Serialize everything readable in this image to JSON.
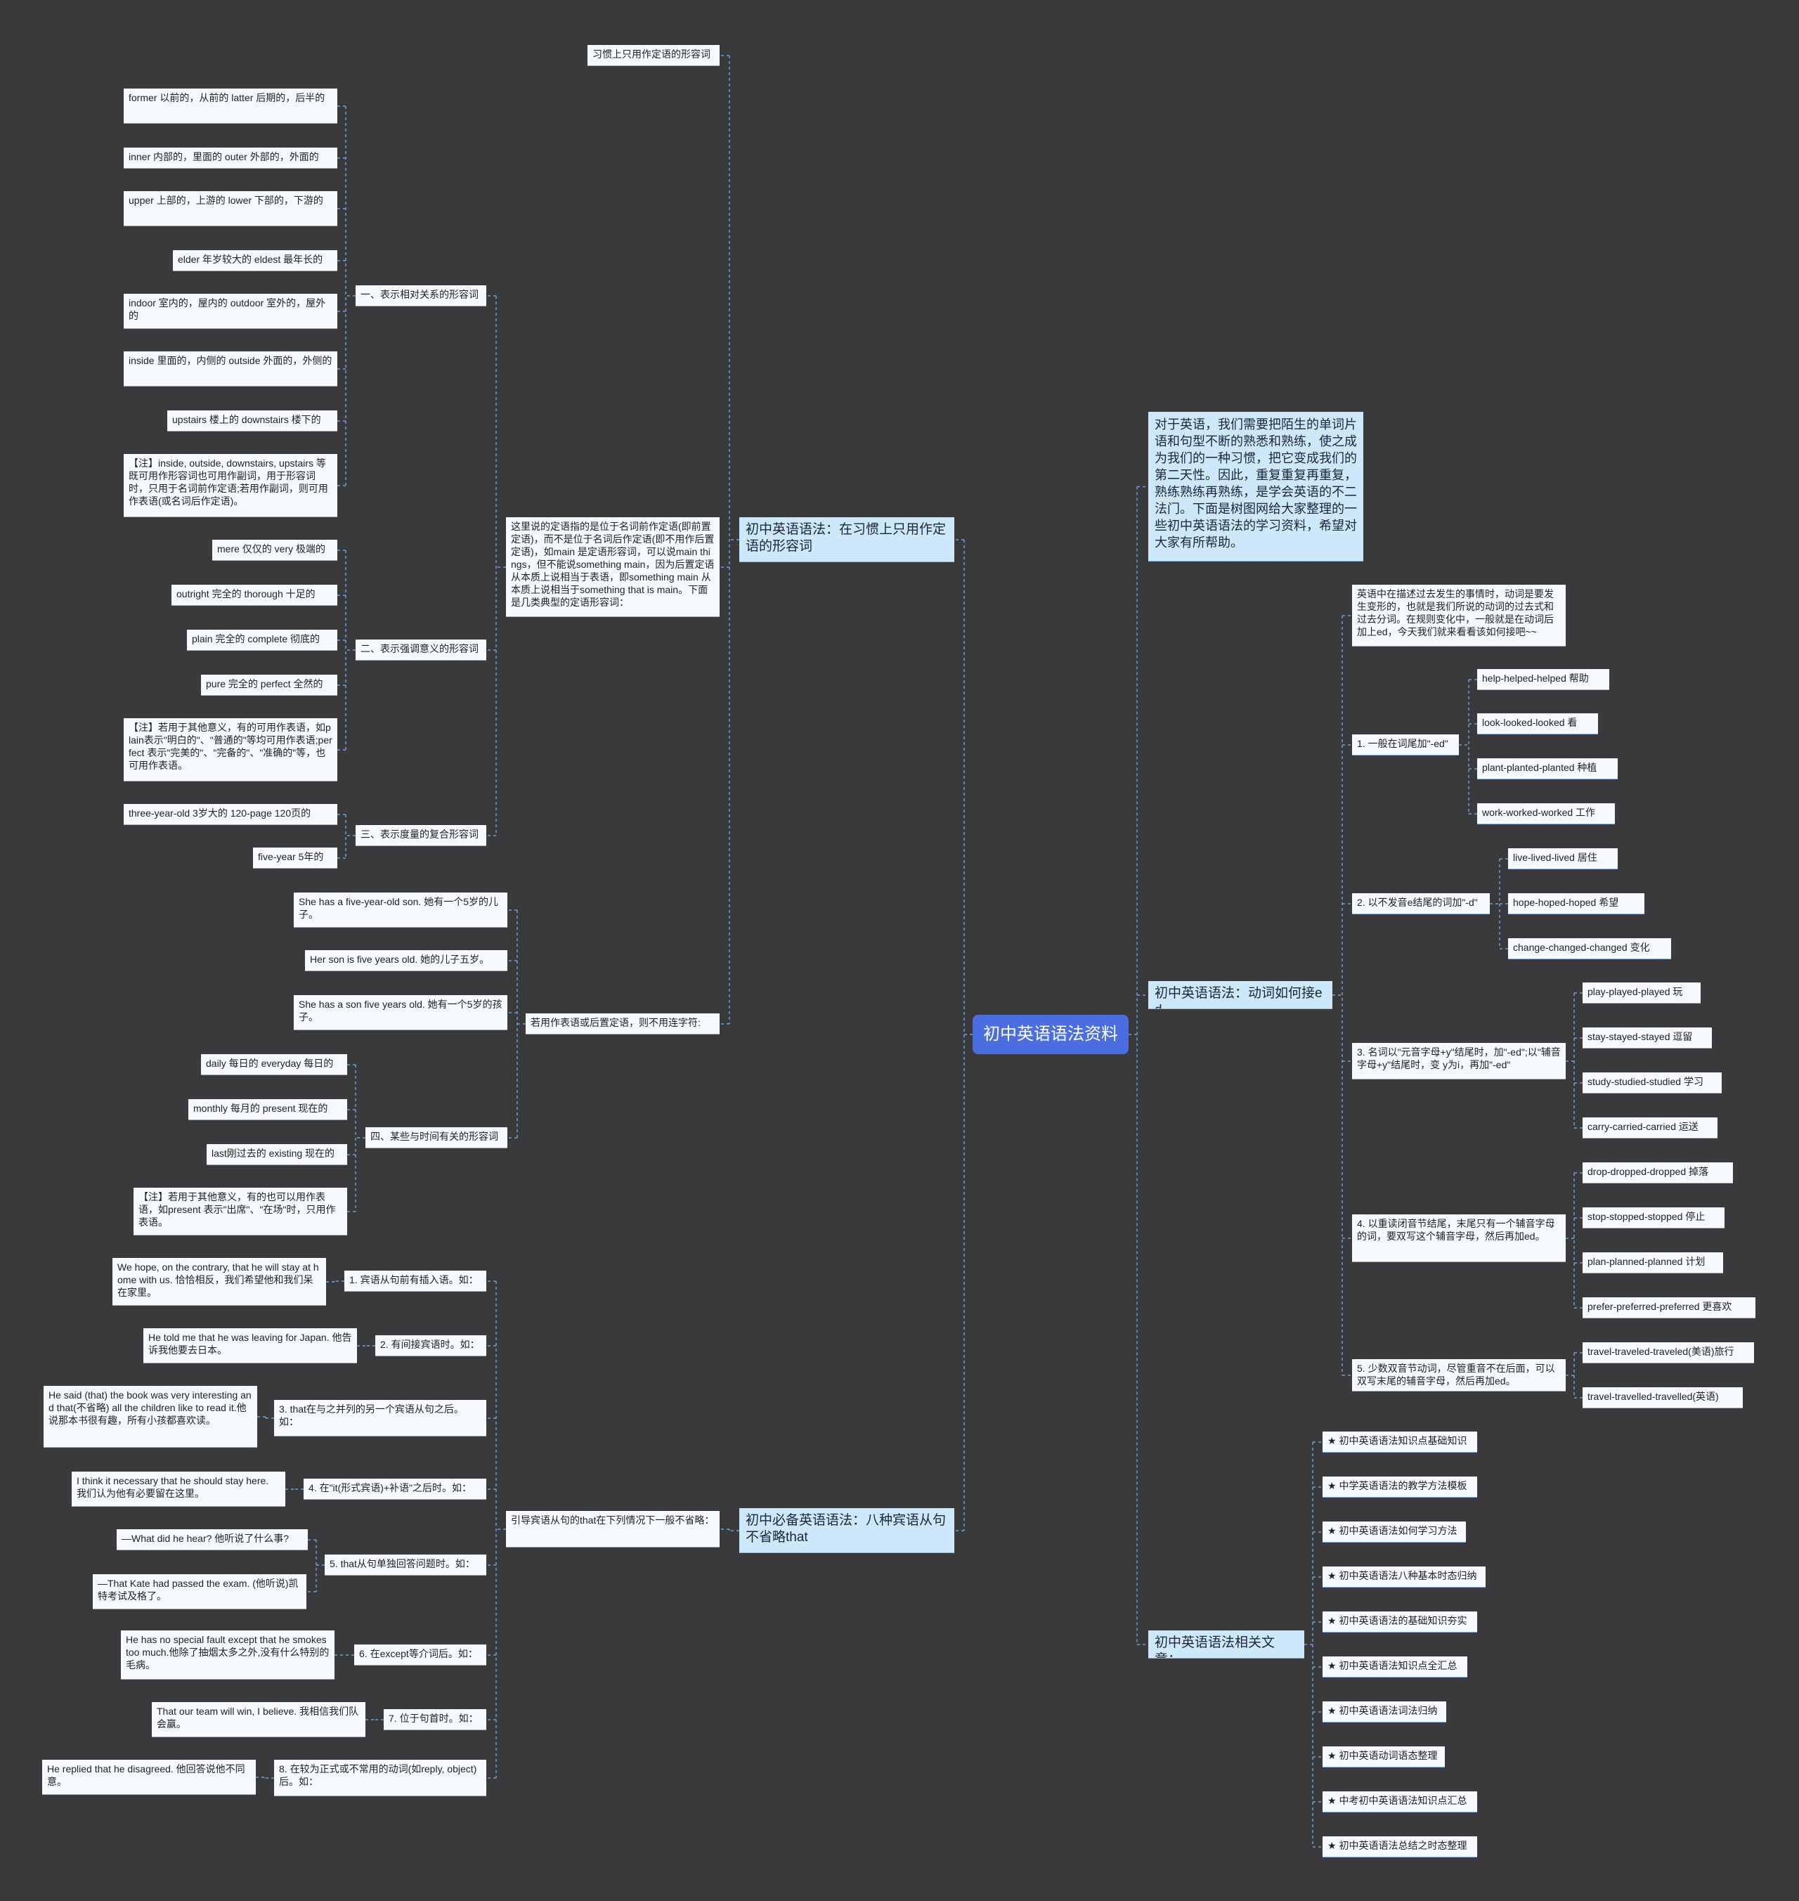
{
  "root": "初中英语语法资料",
  "right": {
    "intro": "对于英语，我们需要把陌生的单词片语和句型不断的熟悉和熟练，使之成为我们的一种习惯，把它变成我们的第二天性。因此，重复重复再重复，熟练熟练再熟练，是学会英语的不二法门。下面是树图网给大家整理的一些初中英语语法的学习资料，希望对大家有所帮助。",
    "ed_topic": "初中英语语法：动词如何接ed",
    "ed_note": "英语中在描述过去发生的事情时，动词是要发生变形的，也就是我们所说的动词的过去式和过去分词。在规则变化中，一般就是在动词后加上ed，今天我们就来看看该如何接吧~~",
    "ed_rules": [
      {
        "label": "1. 一般在词尾加\"-ed\"",
        "examples": [
          "help-helped-helped 帮助",
          "look-looked-looked 看",
          "plant-planted-planted 种植",
          "work-worked-worked 工作"
        ]
      },
      {
        "label": "2. 以不发音e结尾的词加\"-d\"",
        "examples": [
          "live-lived-lived 居住",
          "hope-hoped-hoped 希望",
          "change-changed-changed 变化"
        ]
      },
      {
        "label": "3. 名词以\"元音字母+y\"结尾时，加\"-ed\";以\"辅音字母+y\"结尾时，变 y为i，再加\"-ed\"",
        "examples": [
          "play-played-played 玩",
          "stay-stayed-stayed 逗留",
          "study-studied-studied 学习",
          "carry-carried-carried 运送"
        ]
      },
      {
        "label": "4. 以重读闭音节结尾，末尾只有一个辅音字母的词，要双写这个辅音字母，然后再加ed。",
        "examples": [
          "drop-dropped-dropped 掉落",
          "stop-stopped-stopped 停止",
          "plan-planned-planned 计划",
          "prefer-preferred-preferred 更喜欢"
        ]
      },
      {
        "label": "5. 少数双音节动词，尽管重音不在后面，可以双写末尾的辅音字母，然后再加ed。",
        "examples": [
          "travel-traveled-traveled(美语)旅行",
          "travel-travelled-travelled(英语)"
        ]
      }
    ],
    "related_topic": "初中英语语法相关文章：",
    "related": [
      "★ 初中英语语法知识点基础知识",
      "★ 中学英语语法的教学方法模板",
      "★ 初中英语语法如何学习方法",
      "★ 初中英语语法八种基本时态归纳",
      "★ 初中英语语法的基础知识夯实",
      "★ 初中英语语法知识点全汇总",
      "★ 初中英语语法词法归纳",
      "★ 初中英语动词语态整理",
      "★ 中考初中英语语法知识点汇总",
      "★ 初中英语语法总结之时态整理"
    ]
  },
  "left_top": {
    "topic": "初中英语语法：在习惯上只用作定语的形容词",
    "habit_title": "习惯上只用作定语的形容词",
    "explain": "这里说的定语指的是位于名词前作定语(即前置定语)，而不是位于名词后作定语(即不用作后置定语)，如main 是定语形容词，可以说main things，但不能说something main，因为后置定语从本质上说相当于表语，即something main 从本质上说相当于something that is main。下面是几类典型的定语形容词：",
    "groups": [
      {
        "label": "一、表示相对关系的形容词",
        "items": [
          "former 以前的，从前的 latter 后期的，后半的",
          "inner 内部的，里面的 outer 外部的，外面的",
          "upper 上部的，上游的 lower 下部的，下游的",
          "elder 年岁较大的 eldest 最年长的",
          "indoor 室内的，屋内的 outdoor 室外的，屋外的",
          "inside 里面的，内侧的 outside 外面的，外侧的",
          "upstairs 楼上的 downstairs 楼下的",
          "【注】inside, outside, downstairs, upstairs 等既可用作形容词也可用作副词，用于形容词时，只用于名词前作定语;若用作副词，则可用作表语(或名词后作定语)。"
        ]
      },
      {
        "label": "二、表示强调意义的形容词",
        "items": [
          "mere 仅仅的 very 极端的",
          "outright 完全的 thorough 十足的",
          "plain 完全的 complete 彻底的",
          "pure 完全的 perfect 全然的",
          "【注】若用于其他意义，有的可用作表语，如plain表示\"明白的\"、\"普通的\"等均可用作表语;perfect 表示\"完美的\"、\"完备的\"、\"准确的\"等，也可用作表语。"
        ]
      },
      {
        "label": "三、表示度量的复合形容词",
        "items": [
          "three-year-old 3岁大的 120-page 120页的",
          "five-year 5年的"
        ]
      }
    ],
    "hyphen_title": "若用作表语或后置定语，则不用连字符:",
    "hyphen_items": [
      "She has a five-year-old son. 她有一个5岁的儿子。",
      "Her son is five years old. 她的儿子五岁。",
      "She has a son five years old. 她有一个5岁的孩子。"
    ],
    "time_group": {
      "label": "四、某些与时间有关的形容词",
      "items": [
        "daily 每日的 everyday 每日的",
        "monthly 每月的 present 现在的",
        "last刚过去的 existing 现在的",
        "【注】若用于其他意义，有的也可以用作表语，如present 表示\"出席\"、\"在场\"时，只用作表语。"
      ]
    }
  },
  "left_bottom": {
    "topic": "初中必备英语语法：八种宾语从句不省略that",
    "lead": "引导宾语从句的that在下列情况下一般不省略：",
    "cases": [
      {
        "label": "1. 宾语从句前有插入语。如：",
        "examples": [
          "We hope, on the contrary, that he will stay at home with us. 恰恰相反，我们希望他和我们呆在家里。"
        ]
      },
      {
        "label": "2. 有间接宾语时。如：",
        "examples": [
          "He told me that he was leaving for Japan. 他告诉我他要去日本。"
        ]
      },
      {
        "label": "3. that在与之并列的另一个宾语从句之后。如：",
        "examples": [
          "He said (that) the book was very interesting and that(不省略) all the children like to read it.他说那本书很有趣，所有小孩都喜欢读。"
        ]
      },
      {
        "label": "4. 在\"it(形式宾语)+补语\"之后时。如：",
        "examples": [
          "I think it necessary that he should stay here. 我们认为他有必要留在这里。"
        ]
      },
      {
        "label": "5. that从句单独回答问题时。如：",
        "examples": [
          "—What did he hear? 他听说了什么事?",
          "—That Kate had passed the exam. (他听说)凯特考试及格了。"
        ]
      },
      {
        "label": "6. 在except等介词后。如：",
        "examples": [
          "He has no special fault except that he smokes too much.他除了抽烟太多之外,没有什么特别的毛病。"
        ]
      },
      {
        "label": "7. 位于句首时。如：",
        "examples": [
          "That our team will win, I believe. 我相信我们队会赢。"
        ]
      },
      {
        "label": "8. 在较为正式或不常用的动词(如reply, object)后。如：",
        "examples": [
          "He replied that he disagreed. 他回答说他不同意。"
        ]
      }
    ]
  }
}
